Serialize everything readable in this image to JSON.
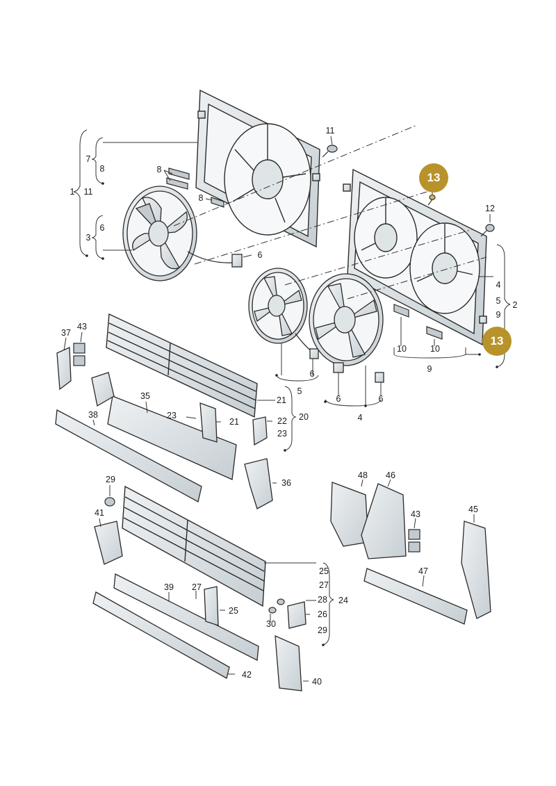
{
  "colors": {
    "badge": "#b8922a",
    "part_fill": "#dfe4e7",
    "part_shade": "#c3cbd0",
    "stroke": "#2a2a2a",
    "leader": "#333333"
  },
  "callouts": {
    "highlight_badge": "13",
    "n1": "1",
    "n2": "2",
    "n3": "3",
    "n4": "4",
    "n5": "5",
    "n6": "6",
    "n7": "7",
    "n8": "8",
    "n9": "9",
    "n10": "10",
    "n11": "11",
    "n12": "12",
    "n13": "13",
    "n20": "20",
    "n21": "21",
    "n22": "22",
    "n23": "23",
    "n24": "24",
    "n25": "25",
    "n26": "26",
    "n27": "27",
    "n28": "28",
    "n29": "29",
    "n30": "30",
    "n35": "35",
    "n36": "36",
    "n37": "37",
    "n38": "38",
    "n39": "39",
    "n40": "40",
    "n41": "41",
    "n42": "42",
    "n43": "43",
    "n45": "45",
    "n46": "46",
    "n47": "47",
    "n48": "48"
  }
}
